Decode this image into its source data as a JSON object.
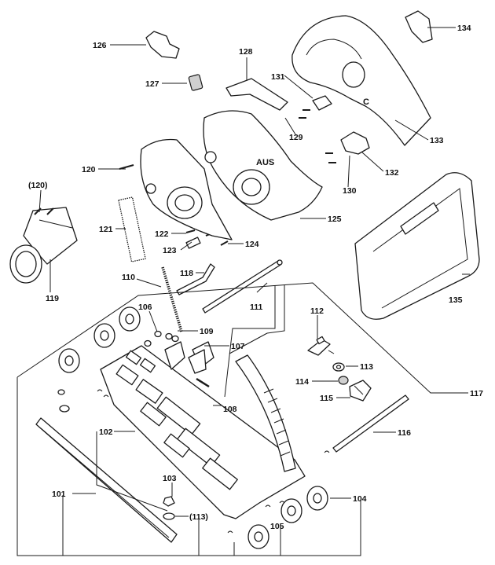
{
  "diagram": {
    "callouts": {
      "c101": "101",
      "c102": "102",
      "c103": "103",
      "c104": "104",
      "c105": "105",
      "c106": "106",
      "c107": "107",
      "c108": "108",
      "c109": "109",
      "c110": "110",
      "c111": "111",
      "c112": "112",
      "c113": "113",
      "c113p": "(113)",
      "c114": "114",
      "c115": "115",
      "c116": "116",
      "c117": "117",
      "c118": "118",
      "c119": "119",
      "c120": "120",
      "c120p": "(120)",
      "c121": "121",
      "c122": "122",
      "c123": "123",
      "c124": "124",
      "c125": "125",
      "c126": "126",
      "c127": "127",
      "c128": "128",
      "c129": "129",
      "c130": "130",
      "c131": "131",
      "c132": "132",
      "c133": "133",
      "c134": "134",
      "c135": "135"
    },
    "marks": {
      "aus": "AUS",
      "c_mark": "C"
    }
  }
}
